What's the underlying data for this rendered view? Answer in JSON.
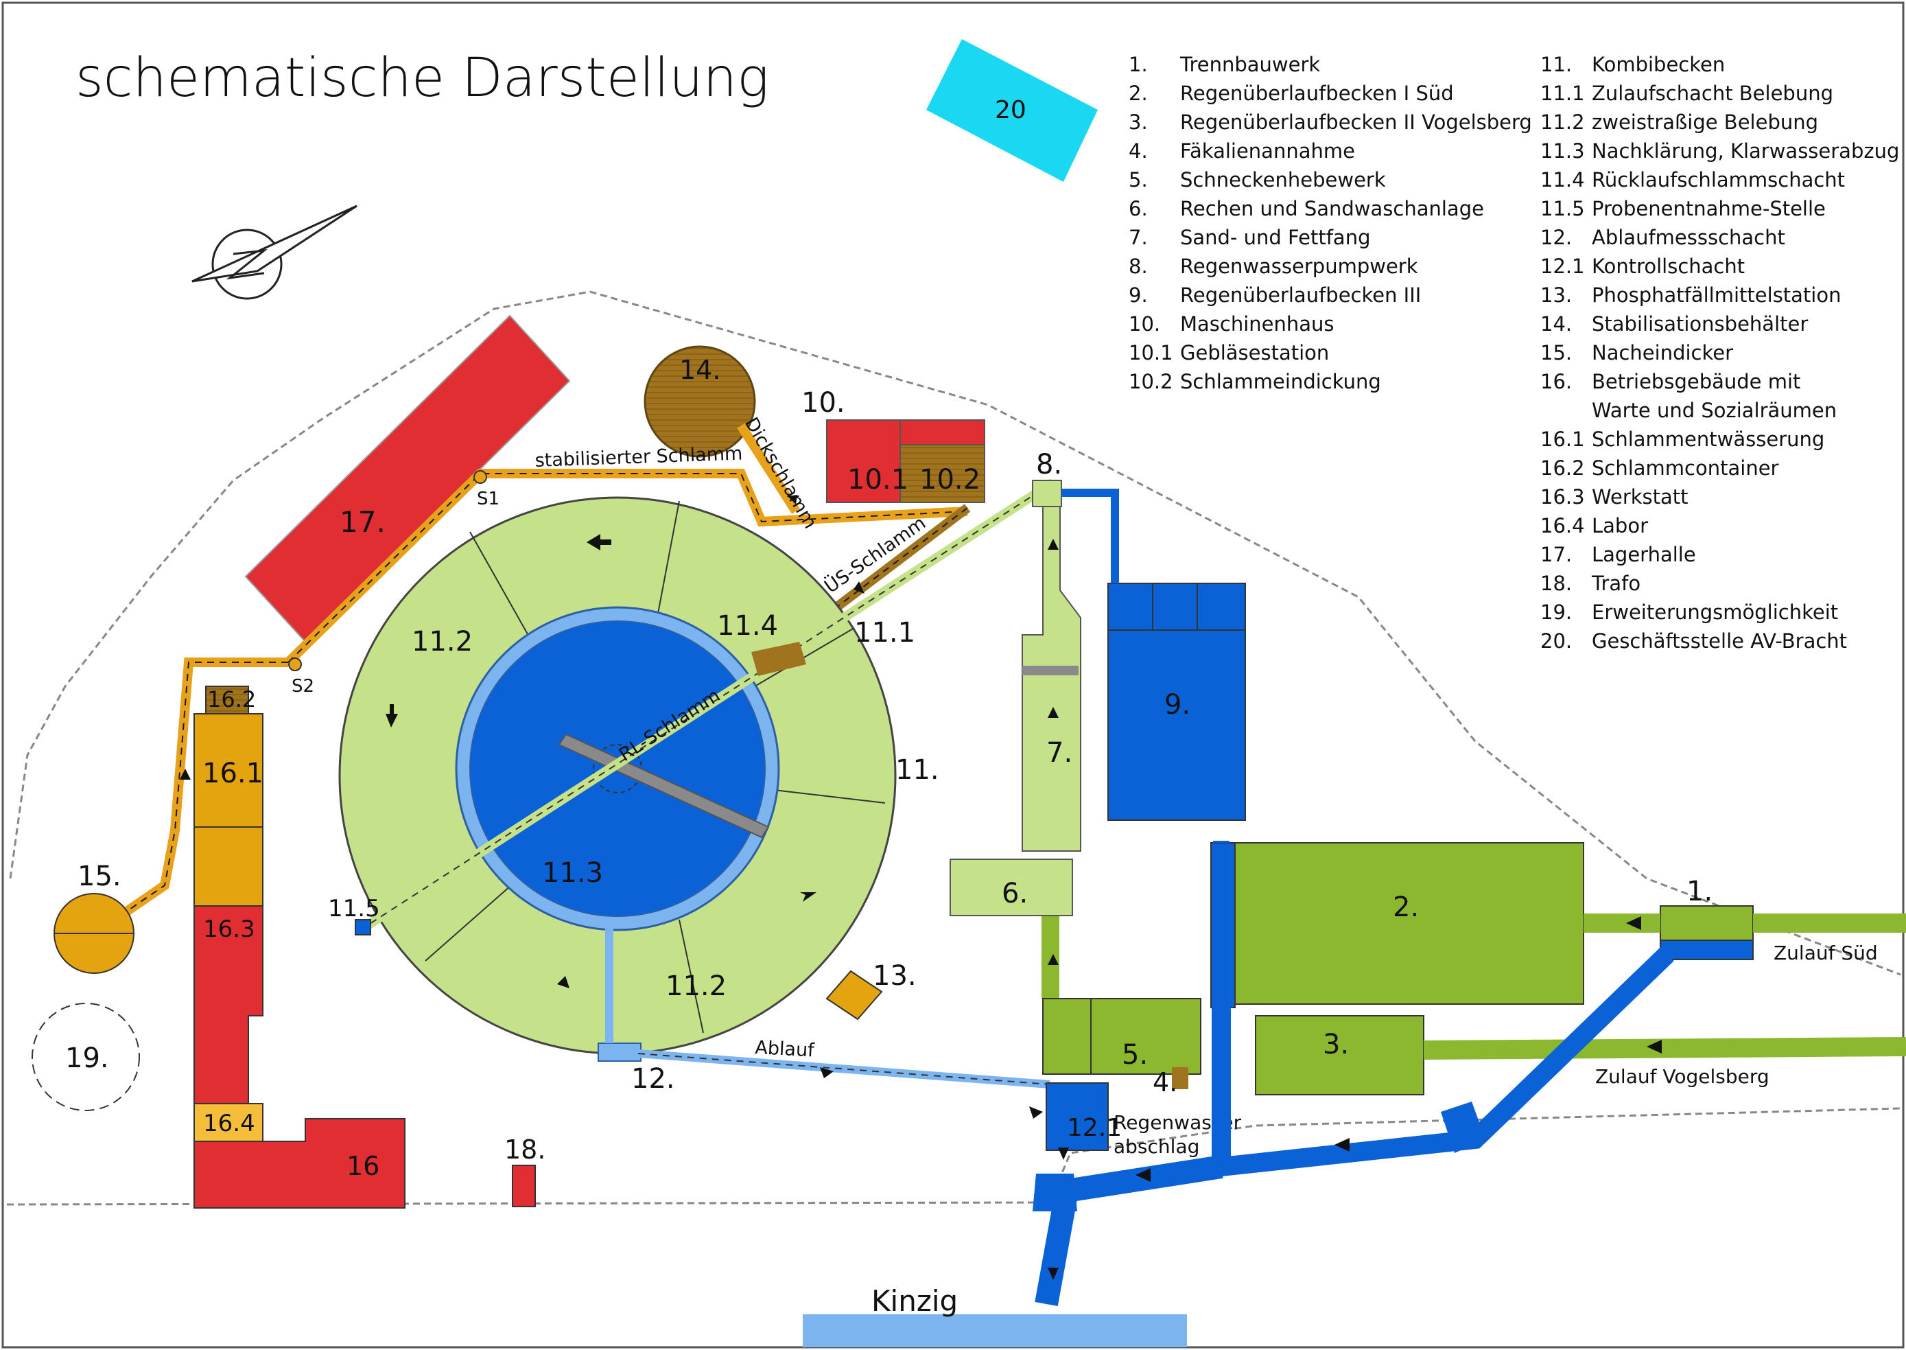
{
  "title": "schematische Darstellung",
  "colors": {
    "green": "#8bb82e",
    "light_green": "#c5e189",
    "blue": "#0a62d6",
    "light_blue": "#7cb4f0",
    "red": "#e02e32",
    "orange": "#e3a40f",
    "brown": "#a0741f",
    "cyan": "#1ad8f2",
    "sludge_line": "#e8a11a"
  },
  "legend": [
    {
      "num": "1.",
      "text": "Trennbauwerk"
    },
    {
      "num": "2.",
      "text": "Regenüberlaufbecken I Süd"
    },
    {
      "num": "3.",
      "text": "Regenüberlaufbecken II Vogelsberg"
    },
    {
      "num": "4.",
      "text": "Fäkalienannahme"
    },
    {
      "num": "5.",
      "text": "Schneckenhebewerk"
    },
    {
      "num": "6.",
      "text": "Rechen und Sandwaschanlage"
    },
    {
      "num": "7.",
      "text": "Sand- und Fettfang"
    },
    {
      "num": "8.",
      "text": "Regenwasserpumpwerk"
    },
    {
      "num": "9.",
      "text": "Regenüberlaufbecken III"
    },
    {
      "num": "10.",
      "text": "Maschinenhaus"
    },
    {
      "num": "10.1",
      "text": "Gebläsestation"
    },
    {
      "num": "10.2",
      "text": "Schlammeindickung"
    },
    {
      "num": "11.",
      "text": "Kombibecken"
    },
    {
      "num": "11.1",
      "text": "Zulaufschacht Belebung"
    },
    {
      "num": "11.2",
      "text": "zweistraßige Belebung"
    },
    {
      "num": "11.3",
      "text": "Nachklärung, Klarwasserabzug"
    },
    {
      "num": "11.4",
      "text": "Rücklaufschlammschacht"
    },
    {
      "num": "11.5",
      "text": "Probenentnahme-Stelle"
    },
    {
      "num": "12.",
      "text": "Ablaufmessschacht"
    },
    {
      "num": "12.1",
      "text": "Kontrollschacht"
    },
    {
      "num": "13.",
      "text": "Phosphatfällmittelstation"
    },
    {
      "num": "14.",
      "text": "Stabilisationsbehälter"
    },
    {
      "num": "15.",
      "text": "Nacheindicker"
    },
    {
      "num": "16.",
      "text": "Betriebsgebäude mit"
    },
    {
      "num": "",
      "text": "Warte und Sozialräumen"
    },
    {
      "num": "16.1",
      "text": "Schlammentwässerung"
    },
    {
      "num": "16.2",
      "text": "Schlammcontainer"
    },
    {
      "num": "16.3",
      "text": "Werkstatt"
    },
    {
      "num": "16.4",
      "text": "Labor"
    },
    {
      "num": "17.",
      "text": "Lagerhalle"
    },
    {
      "num": "18.",
      "text": "Trafo"
    },
    {
      "num": "19.",
      "text": "Erweiterungsmöglichkeit"
    },
    {
      "num": "20.",
      "text": "Geschäftsstelle AV-Bracht"
    }
  ],
  "labels": {
    "b20": "20",
    "b17": "17.",
    "b14": "14.",
    "b10": "10.",
    "b10_1": "10.1",
    "b10_2": "10.2",
    "b8": "8.",
    "b9": "9.",
    "b7": "7.",
    "b6": "6.",
    "b5": "5.",
    "b4": "4.",
    "b2": "2.",
    "b3": "3.",
    "b1": "1.",
    "b11": "11.",
    "b11_1": "11.1",
    "b11_2a": "11.2",
    "b11_2b": "11.2",
    "b11_3": "11.3",
    "b11_4": "11.4",
    "b11_5": "11.5",
    "b12": "12.",
    "b12_1": "12.1",
    "b13": "13.",
    "b15": "15.",
    "b16": "16",
    "b16_1": "16.1",
    "b16_2": "16.2",
    "b16_3": "16.3",
    "b16_4": "16.4",
    "b18": "18.",
    "b19": "19.",
    "s1": "S1",
    "s2": "S2",
    "stabilisierter": "stabilisierter  Schlamm",
    "dickschlamm": "Dickschlamm",
    "us_schlamm": "ÜS-Schlamm",
    "rl_schlamm": "RL-Schlamm",
    "ablauf": "Ablauf",
    "zulauf_sued": "Zulauf  Süd",
    "zulauf_vogelsberg": "Zulauf  Vogelsberg",
    "regenwasser": "Regenwasser",
    "abschlag": "abschlag",
    "kinzig": "Kinzig"
  }
}
